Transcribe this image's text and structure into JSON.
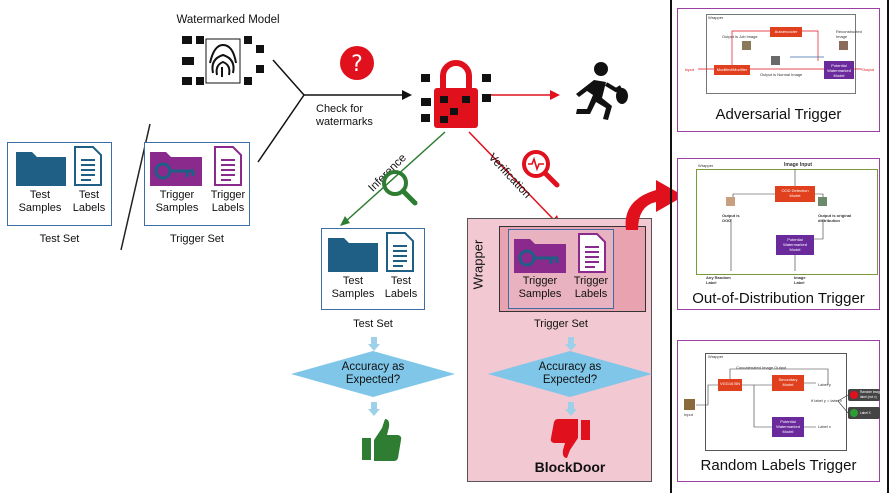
{
  "top": {
    "watermarked_model": "Watermarked Model",
    "check_for_watermarks": "Check for\nwatermarks"
  },
  "test_set": {
    "samples": "Test\nSamples",
    "labels": "Test\nLabels",
    "caption": "Test Set"
  },
  "trigger_set": {
    "samples": "Trigger\nSamples",
    "labels": "Trigger\nLabels",
    "caption": "Trigger Set"
  },
  "branches": {
    "inference": "Inference",
    "verification": "Verification"
  },
  "left_flow": {
    "samples": "Test\nSamples",
    "labels": "Test\nLabels",
    "caption": "Test Set",
    "decision": "Accuracy as\nExpected?"
  },
  "right_flow": {
    "wrapper": "Wrapper",
    "samples": "Trigger\nSamples",
    "labels": "Trigger\nLabels",
    "caption": "Trigger Set",
    "decision": "Accuracy as\nExpected?",
    "name": "BlockDoor"
  },
  "panels": {
    "adversarial": {
      "title": "Adversarial Trigger",
      "wrapper": "Wrapper",
      "input": "Input",
      "output_job_image": "Output is Job image",
      "autoencoder": "Autoencoder",
      "reconstructed_image": "Reconstructed\nImage",
      "modified_modifier": "Modified/Modifier",
      "output_normal_image": "Output is Normal Image",
      "potential_model": "Potential\nWatermarked\nModel",
      "output": "Output"
    },
    "ood": {
      "title": "Out-of-Distribution Trigger",
      "wrapper": "Wrapper",
      "image_input": "Image Input",
      "ood_model": "OOD Detection\nModel",
      "output_ood": "Output is\nOOD",
      "output_original": "Output is original\ndistribution",
      "potential_model": "Potential\nWatermarked\nModel",
      "any_random_label": "Any Random\nLabel",
      "image_label": "Image\nLabel"
    },
    "random": {
      "title": "Random Labels Trigger",
      "wrapper": "Wrapper",
      "input": "Input",
      "concat_output": "Concatenated Image Output",
      "vgg": "VGG16 BN",
      "secondary_model": "Secondary\nModel",
      "label_y": "Label y",
      "if_label_y": "If label y = label x",
      "potential_model": "Potential\nWatermarked\nModel",
      "label_x": "Label x",
      "random_label": "Random image\nlabel (not x)",
      "label_x_out": "Label X"
    }
  },
  "colors": {
    "folder": "#1f5f86",
    "purple": "#8a2a8c",
    "red": "#e0101d",
    "green": "#2e7d32",
    "diamond": "#7fc6e8",
    "wrapper_bg": "#f2c9d3",
    "panel_border": "#9b3fa0"
  }
}
